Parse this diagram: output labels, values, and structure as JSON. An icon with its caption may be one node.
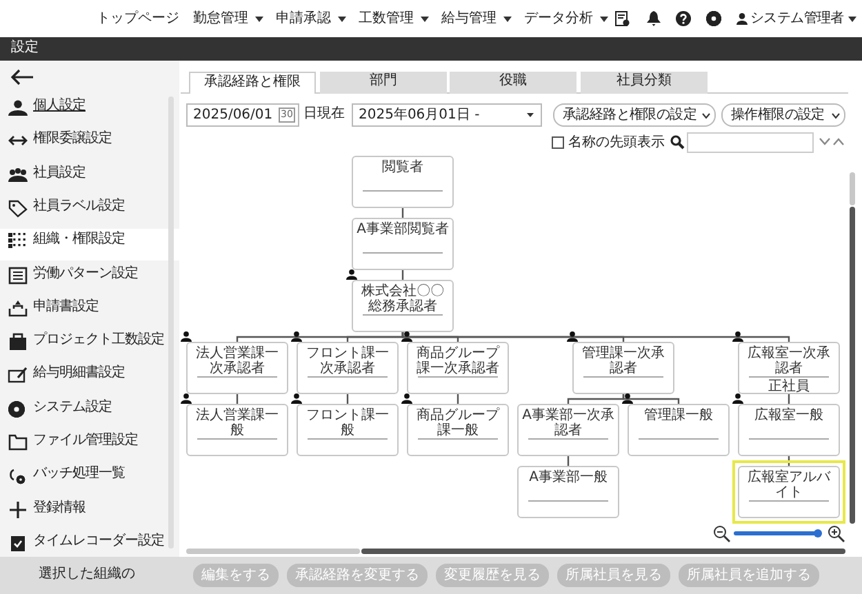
{
  "diagram": {
    "nodes": [
      {
        "text": [
          "閲覧者"
        ]
      },
      {
        "text": [
          "A事業部閲覧者"
        ]
      },
      {
        "text": [
          "株式会社〇〇総務承認者"
        ]
      },
      {
        "text": [
          "法人営業課一次承認者"
        ]
      },
      {
        "text": [
          "フロント課一次承認者"
        ]
      },
      {
        "text": [
          "商品グループ課一次承認者"
        ]
      },
      {
        "text": [
          "管理課一次承認者"
        ]
      },
      {
        "text": [
          "広報室一次承認者",
          "正社員"
        ]
      },
      {
        "text": [
          "法人営業課一般"
        ]
      },
      {
        "text": [
          "フロント課一般"
        ]
      },
      {
        "text": [
          "商品グループ課一般"
        ]
      },
      {
        "text": [
          "A事業部一次承認者"
        ]
      },
      {
        "text": [
          "管理課一般"
        ]
      },
      {
        "text": [
          "広報室一般"
        ]
      },
      {
        "text": [
          "A事業部一般"
        ]
      },
      {
        "text": [
          "広報室アルバイト"
        ]
      }
    ],
    "edges": [
      {
        "from": 0,
        "to": 1,
        "arrow": "none"
      },
      {
        "from": 1,
        "to": 2,
        "arrow": "none"
      },
      {
        "from": 2,
        "to": 3,
        "arrow": "none"
      },
      {
        "from": 2,
        "to": 4,
        "arrow": "none"
      },
      {
        "from": 2,
        "to": 5,
        "arrow": "none"
      },
      {
        "from": 2,
        "to": 6,
        "arrow": "none"
      },
      {
        "from": 2,
        "to": 7,
        "arrow": "none"
      },
      {
        "from": 3,
        "to": 8,
        "arrow": "none"
      },
      {
        "from": 4,
        "to": 9,
        "arrow": "none"
      },
      {
        "from": 5,
        "to": 10,
        "arrow": "none"
      },
      {
        "from": 6,
        "to": 11,
        "arrow": "none"
      },
      {
        "from": 6,
        "to": 12,
        "arrow": "none"
      },
      {
        "from": 7,
        "to": 13,
        "arrow": "none"
      },
      {
        "from": 11,
        "to": 14,
        "arrow": "none"
      },
      {
        "from": 13,
        "to": 15,
        "arrow": "none"
      }
    ],
    "labels": [
      "トップページ",
      "勤怠管理",
      "申請承認",
      "工数管理",
      "給与管理",
      "データ分析",
      "システム管理者",
      "設定",
      "個人設定",
      "権限委譲設定",
      "社員設定",
      "社員ラベル設定",
      "組織・権限設定",
      "労働パターン設定",
      "申請書設定",
      "プロジェクト工数設定",
      "給与明細書設定",
      "システム設定",
      "ファイル管理設定",
      "バッチ処理一覧",
      "登録情報",
      "タイムレコーダー設定",
      "承認経路と権限",
      "部門",
      "役職",
      "社員分類",
      "2025/06/01",
      "30",
      "日現在",
      "2025年06月01日 -",
      "承認経路と権限の設定",
      "操作権限の設定",
      "名称の先頭表示",
      "選択した組織の",
      "編集をする",
      "承認経路を変更する",
      "変更履歴を見る",
      "所属社員を見る",
      "所属社員を追加する"
    ]
  }
}
